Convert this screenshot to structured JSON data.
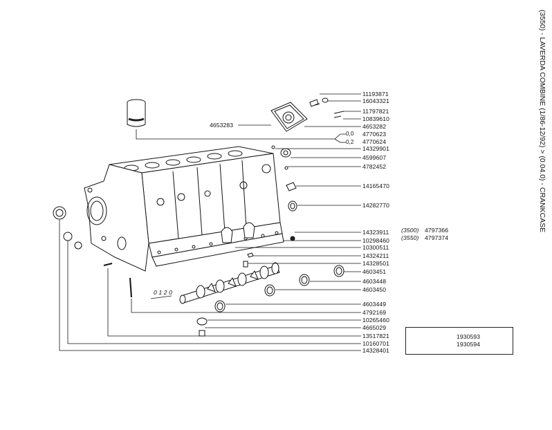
{
  "side_title": "(3550) - LAVERDA COMBINE (1/86-12/92) > (0.04.0) - CRANKCASE",
  "parts": {
    "p11193871": "11193871",
    "p16043321": "16043321",
    "p11797821": "11797821",
    "p10839610": "10839610",
    "p4653283": "4653283",
    "p4653282": "4653282",
    "p4770623": "4770623",
    "p4770624": "4770624",
    "p14329901": "14329901",
    "p4599607": "4599607",
    "p4782452": "4782452",
    "p14165470": "14165470",
    "p14282770": "14282770",
    "p14323911": "14323911",
    "p10298460": "10298460",
    "p10300511": "10300511",
    "p14324211": "14324211",
    "p14328501": "14328501",
    "p4603451": "4603451",
    "p4603448": "4603448",
    "p4603450": "4603450",
    "p4603449": "4603449",
    "p4792169": "4792169",
    "p10265460": "10265460",
    "p4665029": "4665029",
    "p13517821": "13517821",
    "p10160701": "10160701",
    "p14328401": "14328401",
    "p4797366": "4797366",
    "p4797374": "4797374",
    "p1930593": "1930593",
    "p1930594": "1930594"
  },
  "size_labels": {
    "s00": "0,0",
    "s02": "0,2",
    "s012": "0 1 2 0"
  },
  "variants": {
    "v3500": "(3500)",
    "v3550": "(3550)"
  }
}
